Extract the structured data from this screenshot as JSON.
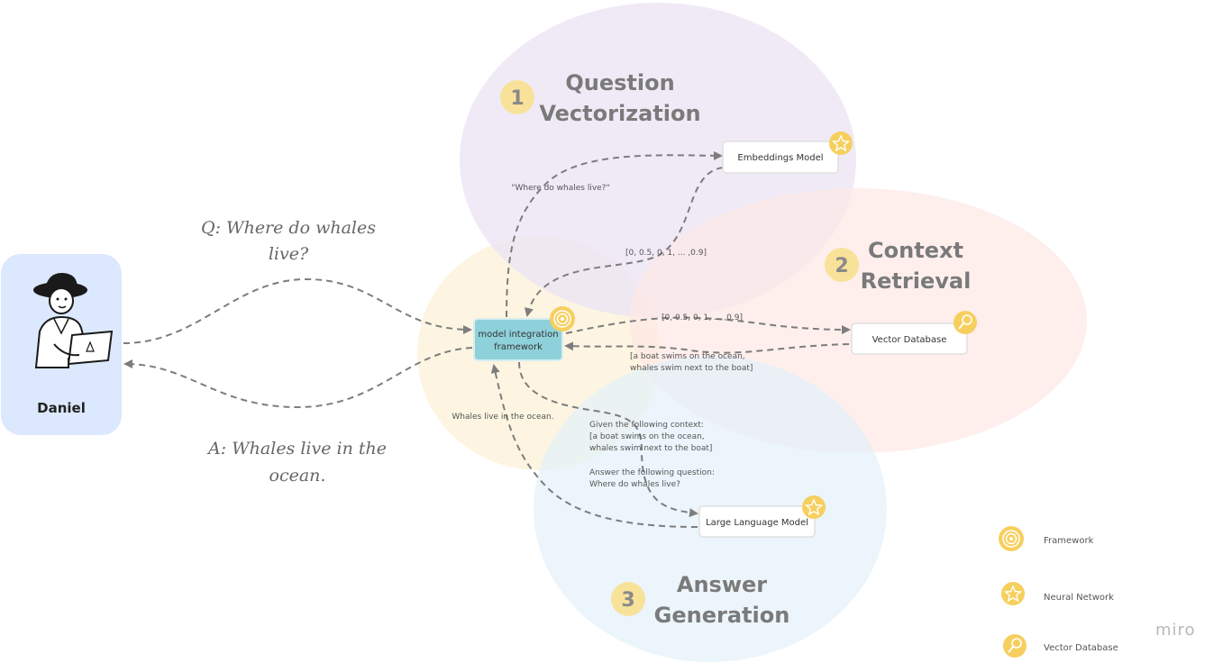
{
  "user": {
    "name": "Daniel"
  },
  "question_bubble": [
    "Q: Where do whales",
    "live?"
  ],
  "answer_bubble": [
    "A: Whales live in the",
    "ocean."
  ],
  "stages": [
    {
      "number": "1",
      "title": [
        "Question",
        "Vectorization"
      ],
      "color": "#ece5f5"
    },
    {
      "number": "2",
      "title": [
        "Context",
        "Retrieval"
      ],
      "color": "#fde8e6"
    },
    {
      "number": "3",
      "title": [
        "Answer",
        "Generation"
      ],
      "color": "#e2f1fa"
    }
  ],
  "framework_zone_color": "#fdf3dc",
  "nodes": {
    "framework": [
      "model integration",
      "framework"
    ],
    "embeddings": "Embeddings Model",
    "vector_db": "Vector Database",
    "llm": "Large Language Model"
  },
  "edge_labels": {
    "question_text": "\"Where do whales live?\"",
    "vector_from_embeddings": "[0, 0.5, 0, 1, ... ,0.9]",
    "vector_to_db": "[0, 0.5, 0, 1, ... ,0.9]",
    "context_returned": [
      "[a boat swims on the ocean,",
      "whales swim next to the boat]"
    ],
    "llm_answer": "Whales live in the ocean.",
    "prompt": [
      "Given the following context:",
      "[a boat swims on the ocean,",
      "whales swim next to the boat]",
      "",
      "Answer the following question:",
      "Where do whales live?"
    ]
  },
  "legend": [
    {
      "icon": "framework-icon",
      "label": "Framework"
    },
    {
      "icon": "neural-network-icon",
      "label": "Neural Network"
    },
    {
      "icon": "vector-database-icon",
      "label": "Vector Database"
    }
  ],
  "watermark": "miro",
  "colors": {
    "badge": "#f6cf5e",
    "number_badge": "#f8e29a",
    "framework_node": "#8fd1da",
    "user_card": "#dbe8fd",
    "arrow": "#7d7d7d"
  }
}
